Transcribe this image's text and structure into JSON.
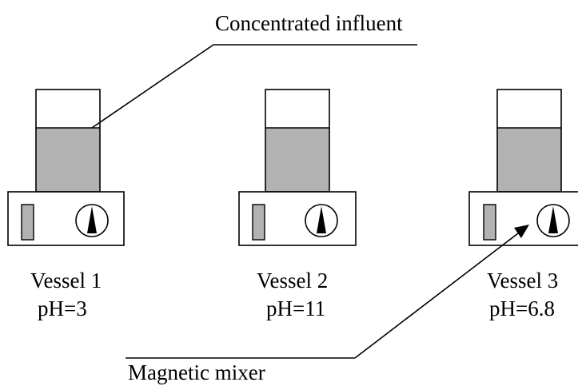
{
  "labels": {
    "top_callout": "Concentrated influent",
    "bottom_callout": "Magnetic mixer"
  },
  "vessels": [
    {
      "name": "Vessel 1",
      "ph": "pH=3"
    },
    {
      "name": "Vessel 2",
      "ph": "pH=11"
    },
    {
      "name": "Vessel 3",
      "ph": "pH=6.8"
    }
  ],
  "colors": {
    "liquid": "#b2b2b2",
    "stroke": "#000000",
    "background": "#ffffff"
  }
}
